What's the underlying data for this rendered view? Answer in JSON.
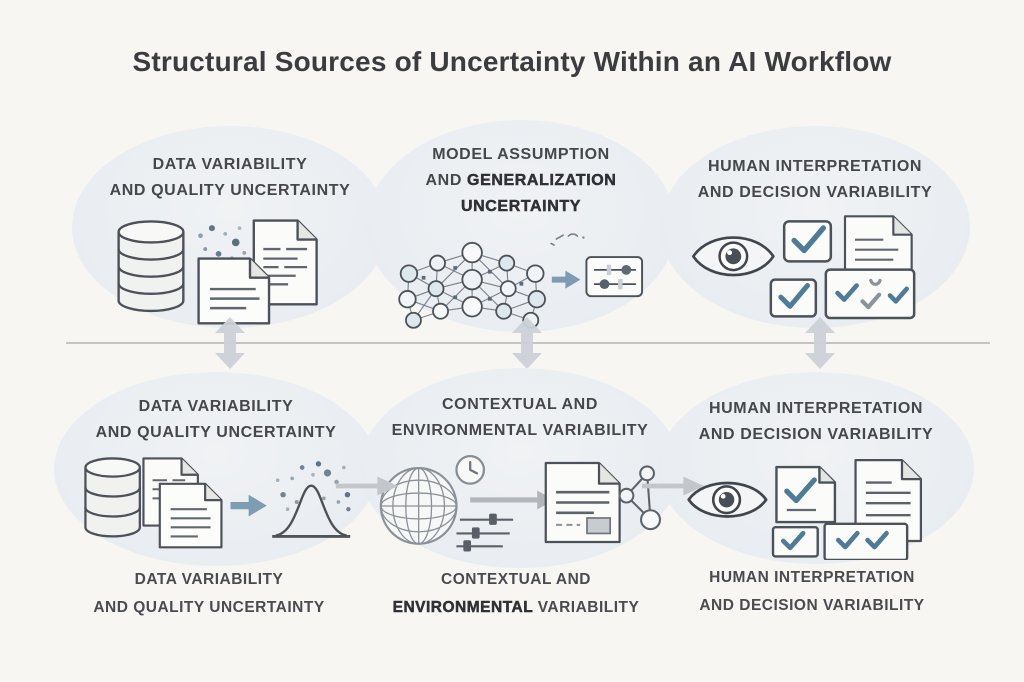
{
  "title": "Structural Sources of Uncertainty Within an AI Workflow",
  "colors": {
    "background": "#f8f6f3",
    "bubble_fill": "#eaeef2",
    "title_text": "#3b3c3f",
    "label_text": "#46474b",
    "icon_stroke": "#4d525a",
    "icon_gray": "#8b9198",
    "check_steel_blue": "#4e7b97",
    "flow_arrow_blue": "#7d9db2",
    "connector_gray": "#c6cad0",
    "divider": "#bab7b3"
  },
  "top_row": [
    {
      "name": "data-variability-quality-uncertainty",
      "icon": "database-scatter-documents-icon",
      "lines": [
        "DATA VARIABILITY",
        "AND QUALITY UNCERTAINTY"
      ]
    },
    {
      "name": "model-assumption-generalization-uncertainty",
      "icon": "neural-network-arrow-sliders-icon",
      "lines": [
        "MODEL ASSUMPTION",
        [
          {
            "t": "AND "
          },
          {
            "t": "GENERALIZATION",
            "b": true
          }
        ],
        [
          {
            "t": "UNCERTAINTY",
            "b": true
          }
        ]
      ]
    },
    {
      "name": "human-interpretation-decision-variability",
      "icon": "eye-checkboxes-documents-icon",
      "lines": [
        "HUMAN INTERPRETATION",
        "AND DECISION VARIABILITY"
      ]
    }
  ],
  "bottom_row": [
    {
      "name": "data-variability-quality-uncertainty",
      "icon": "database-documents-distribution-icon",
      "lines": [
        "DATA VARIABILITY",
        "AND QUALITY UNCERTAINTY"
      ]
    },
    {
      "name": "contextual-environmental-variability",
      "icon": "globe-clock-sliders-document-graph-icon",
      "lines": [
        "CONTEXTUAL AND",
        "ENVIRONMENTAL VARIABILITY"
      ]
    },
    {
      "name": "human-interpretation-decision-variability",
      "icon": "eye-checkmark-cards-documents-icon",
      "lines": [
        "HUMAN INTERPRETATION",
        "AND DECISION  VARIABILITY"
      ]
    }
  ],
  "captions": [
    {
      "lines": [
        "DATA VARIABILITY",
        "AND QUALITY UNCERTAINTY"
      ]
    },
    {
      "lines": [
        "CONTEXTUAL AND",
        [
          {
            "t": "ENVIRONMENTAL ",
            "b": true
          },
          {
            "t": "VARIABILITY"
          }
        ]
      ]
    },
    {
      "lines": [
        "HUMAN INTERPRETATION",
        "AND DECISION VARIABILITY"
      ]
    }
  ]
}
